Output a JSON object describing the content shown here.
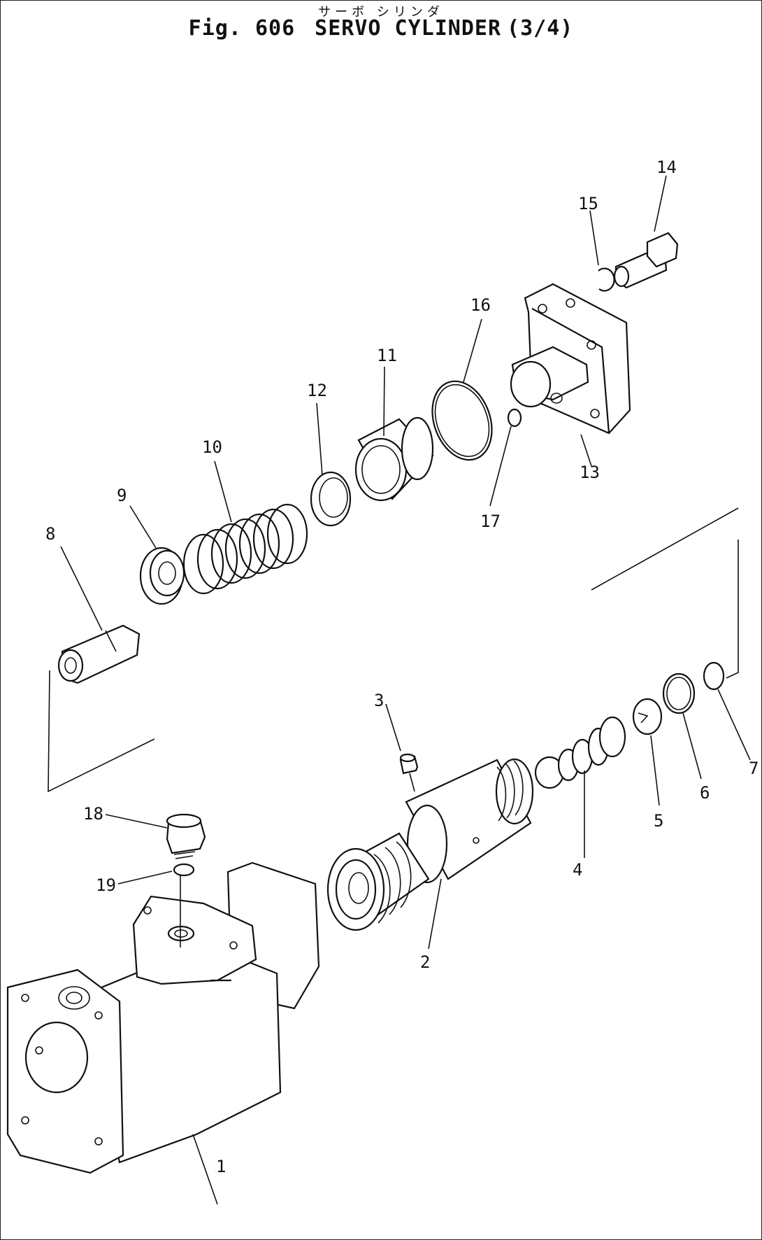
{
  "header": {
    "kana": "サーボ シリンダ",
    "fig_label": "Fig. 606",
    "title": "SERVO CYLINDER",
    "suffix": "(3/4)"
  },
  "callouts": {
    "c1": "1",
    "c2": "2",
    "c3": "3",
    "c4": "4",
    "c5": "5",
    "c6": "6",
    "c7": "7",
    "c8": "8",
    "c9": "9",
    "c10": "10",
    "c11": "11",
    "c12": "12",
    "c13": "13",
    "c14": "14",
    "c15": "15",
    "c16": "16",
    "c17": "17",
    "c18": "18",
    "c19": "19"
  }
}
